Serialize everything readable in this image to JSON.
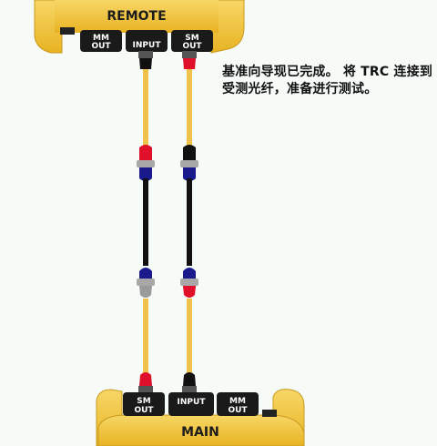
{
  "remote_unit": {
    "label": "REMOTE",
    "ports": [
      {
        "line1": "MM",
        "line2": "OUT"
      },
      {
        "line1": "INPUT",
        "line2": ""
      },
      {
        "line1": "SM",
        "line2": "OUT"
      }
    ]
  },
  "main_unit": {
    "label": "MAIN",
    "ports": [
      {
        "line1": "SM",
        "line2": "OUT"
      },
      {
        "line1": "INPUT",
        "line2": ""
      },
      {
        "line1": "MM",
        "line2": "OUT"
      }
    ]
  },
  "instruction_text": "基准向导现已完成。 将 TRC 连接到受测光纤，准备进行测试。",
  "colors": {
    "device_yellow": "#f2c53a",
    "cable_yellow": "#f0c24a",
    "connector_red": "#e0102a",
    "connector_blue": "#1a1a8c",
    "connector_black": "#111111",
    "sleeve_gray": "#a8a8a8",
    "port_dark": "#1a1a1a"
  }
}
